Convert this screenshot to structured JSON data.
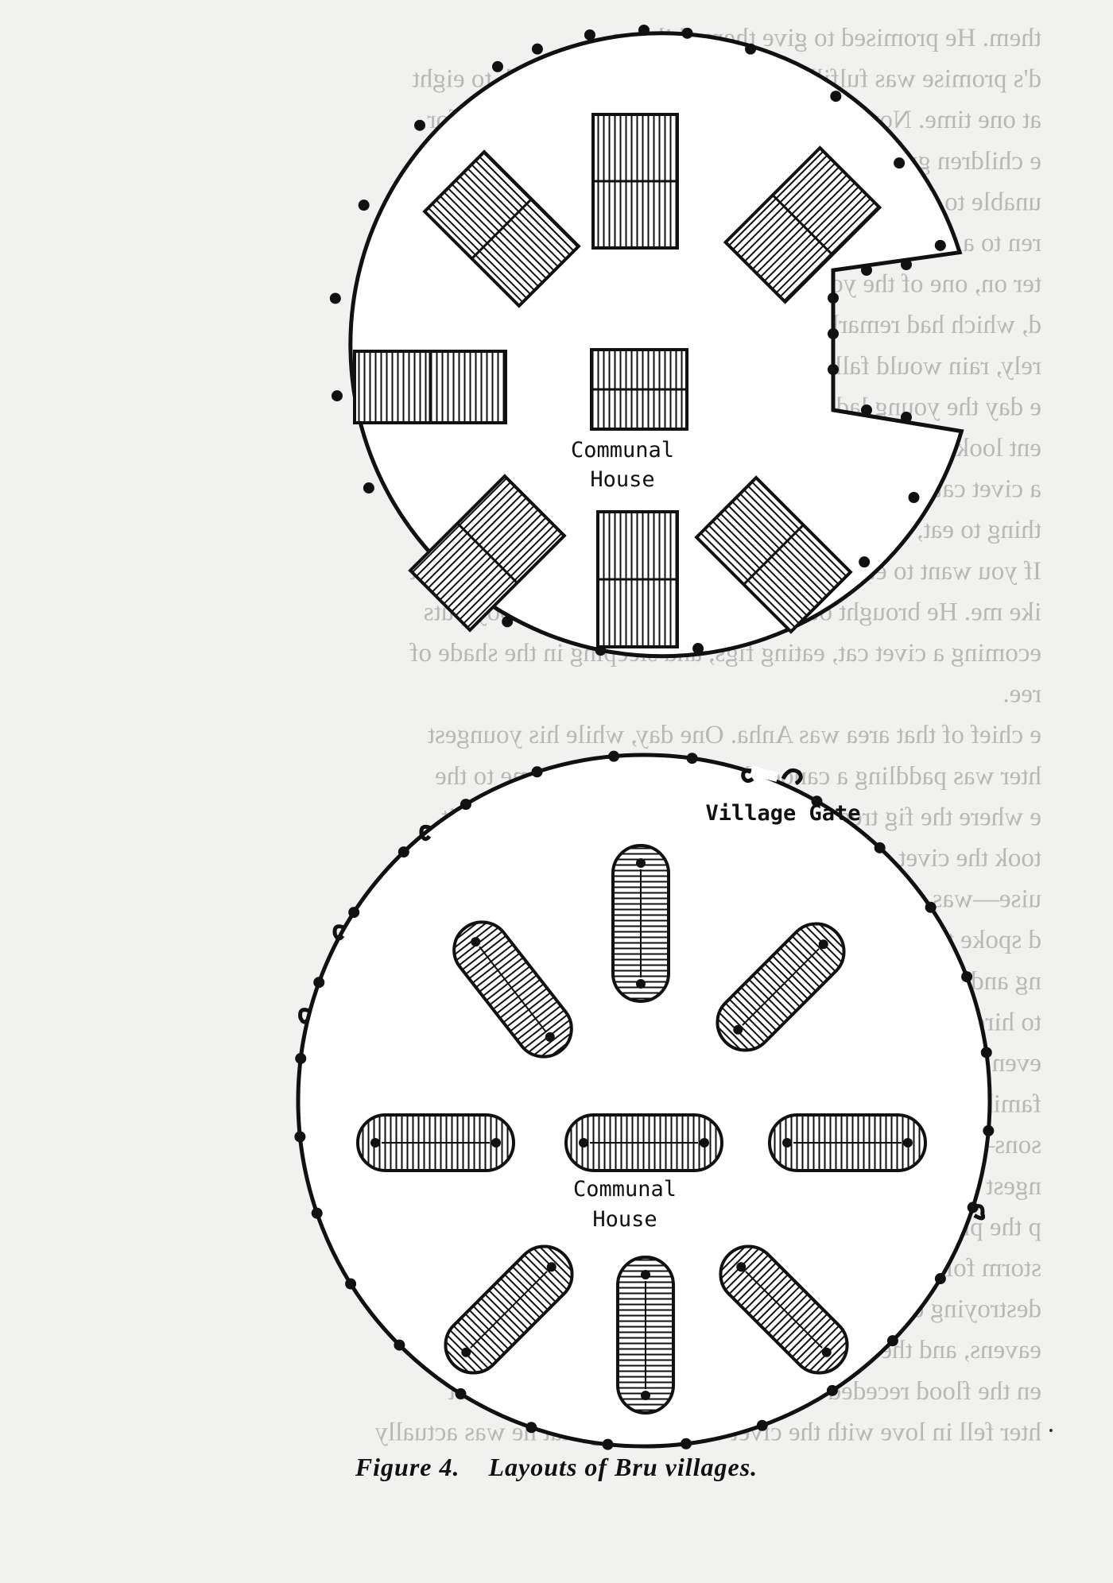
{
  "page": {
    "paper_color": "#f1f1ef",
    "ink_color": "#111111",
    "bleed_color": "#8a8a8a"
  },
  "bleed_text": [
    "them.  He promised to give them children",
    "d's promise was fulfilled, and the woman gave birth to eight",
    "at one time.  Now they were more troubled than before; for",
    "e children grew, they ate more and more, until the parents",
    "unable to support them.  In desperation the parents took the",
    "ren to a high mountain and abandoned them.",
    "ter on, one of the young brothers obtained a precious, beautiful",
    "d, which had remarkable powers: when the handle was grasped",
    "rely, rain would fall; when the blade was grasped, the sun would",
    "e day the young lad who had the sword became very hungry, so",
    "ent looking for food.  On the bank of a river he saw a fig tree",
    "a civet cat was eating figs.  He asked the civet cat for",
    "thing to eat, but the civet cat said, This is not your kind of",
    "If you want to eat these figs you will have to become a civet",
    "ike me.  He brought out a civet cat skin, which the boy puts",
    "ecoming a civet cat, eating figs, and sleeping in the shade of",
    "ree.",
    "e chief of that area was Anha.  One day, while his youngest",
    "hter was paddling a canoe along the river, she came to the",
    "e where the fig tree stood and saw the civet cat beneath it.",
    "took the civet cat home as a pet, and the animal—the boy in",
    "uise—was very good to her.",
    "d spoke to Anha in a dream telling him that a great flood was",
    "ng and commanding him to build a boat.  Although the chief",
    "to hire workers to help him make the boat, no one was willing,",
    "even to accompany him, so he built it himself.  Anha took",
    "family into it.  With him were his wife, four daughters, and",
    "sons—eight people in all, as well as the civet cat which the",
    "ngest daughter took with her.  God commanded the civet cat to",
    "p the precious sword by the handle several times.  A violent",
    "storm followed and rained for 8 days and 8 nights.  The water",
    "destroying everything on the earth.  The water rose up to",
    "eavens, and the fish nibbled at the stars.",
    "en the flood receded and the land dried.  Anha's youngest",
    "hter fell in love with the civet cat, realizing that he was actually"
  ],
  "figure": {
    "village_1": {
      "center_label": [
        "Communal",
        "House"
      ]
    },
    "village_2": {
      "gate_label": "Village Gate",
      "center_label": [
        "Communal",
        "House"
      ]
    }
  },
  "caption": {
    "figure_number": "Figure 4.",
    "title": "Layouts of Bru villages."
  }
}
